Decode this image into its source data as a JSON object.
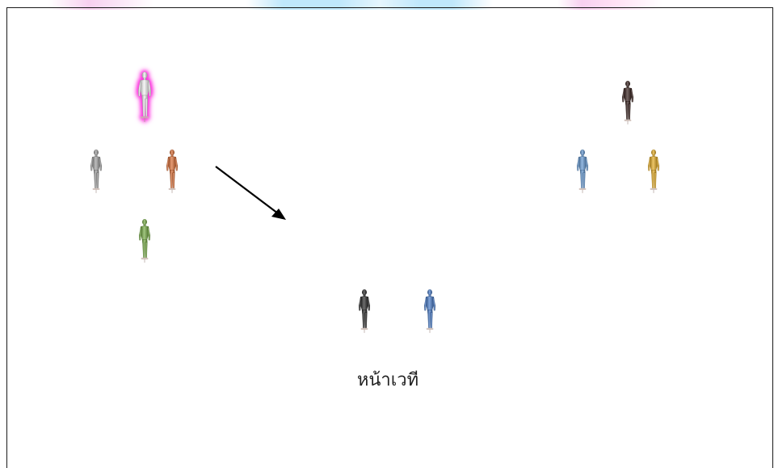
{
  "stage": {
    "label": "หน้าเวที"
  },
  "mannequins": [
    {
      "id": "white-highlighted",
      "color": "#f2f2f2",
      "highlighted": true
    },
    {
      "id": "gray",
      "color": "#9a9a9a"
    },
    {
      "id": "orange",
      "color": "#d9662a"
    },
    {
      "id": "green",
      "color": "#6ea83c"
    },
    {
      "id": "dark-brown",
      "color": "#2a1410"
    },
    {
      "id": "light-blue",
      "color": "#5b92cf"
    },
    {
      "id": "yellow",
      "color": "#e3a818"
    },
    {
      "id": "black",
      "color": "#1e1e1e"
    },
    {
      "id": "blue",
      "color": "#3d73c4"
    }
  ],
  "arrow": {
    "color": "#000000"
  }
}
